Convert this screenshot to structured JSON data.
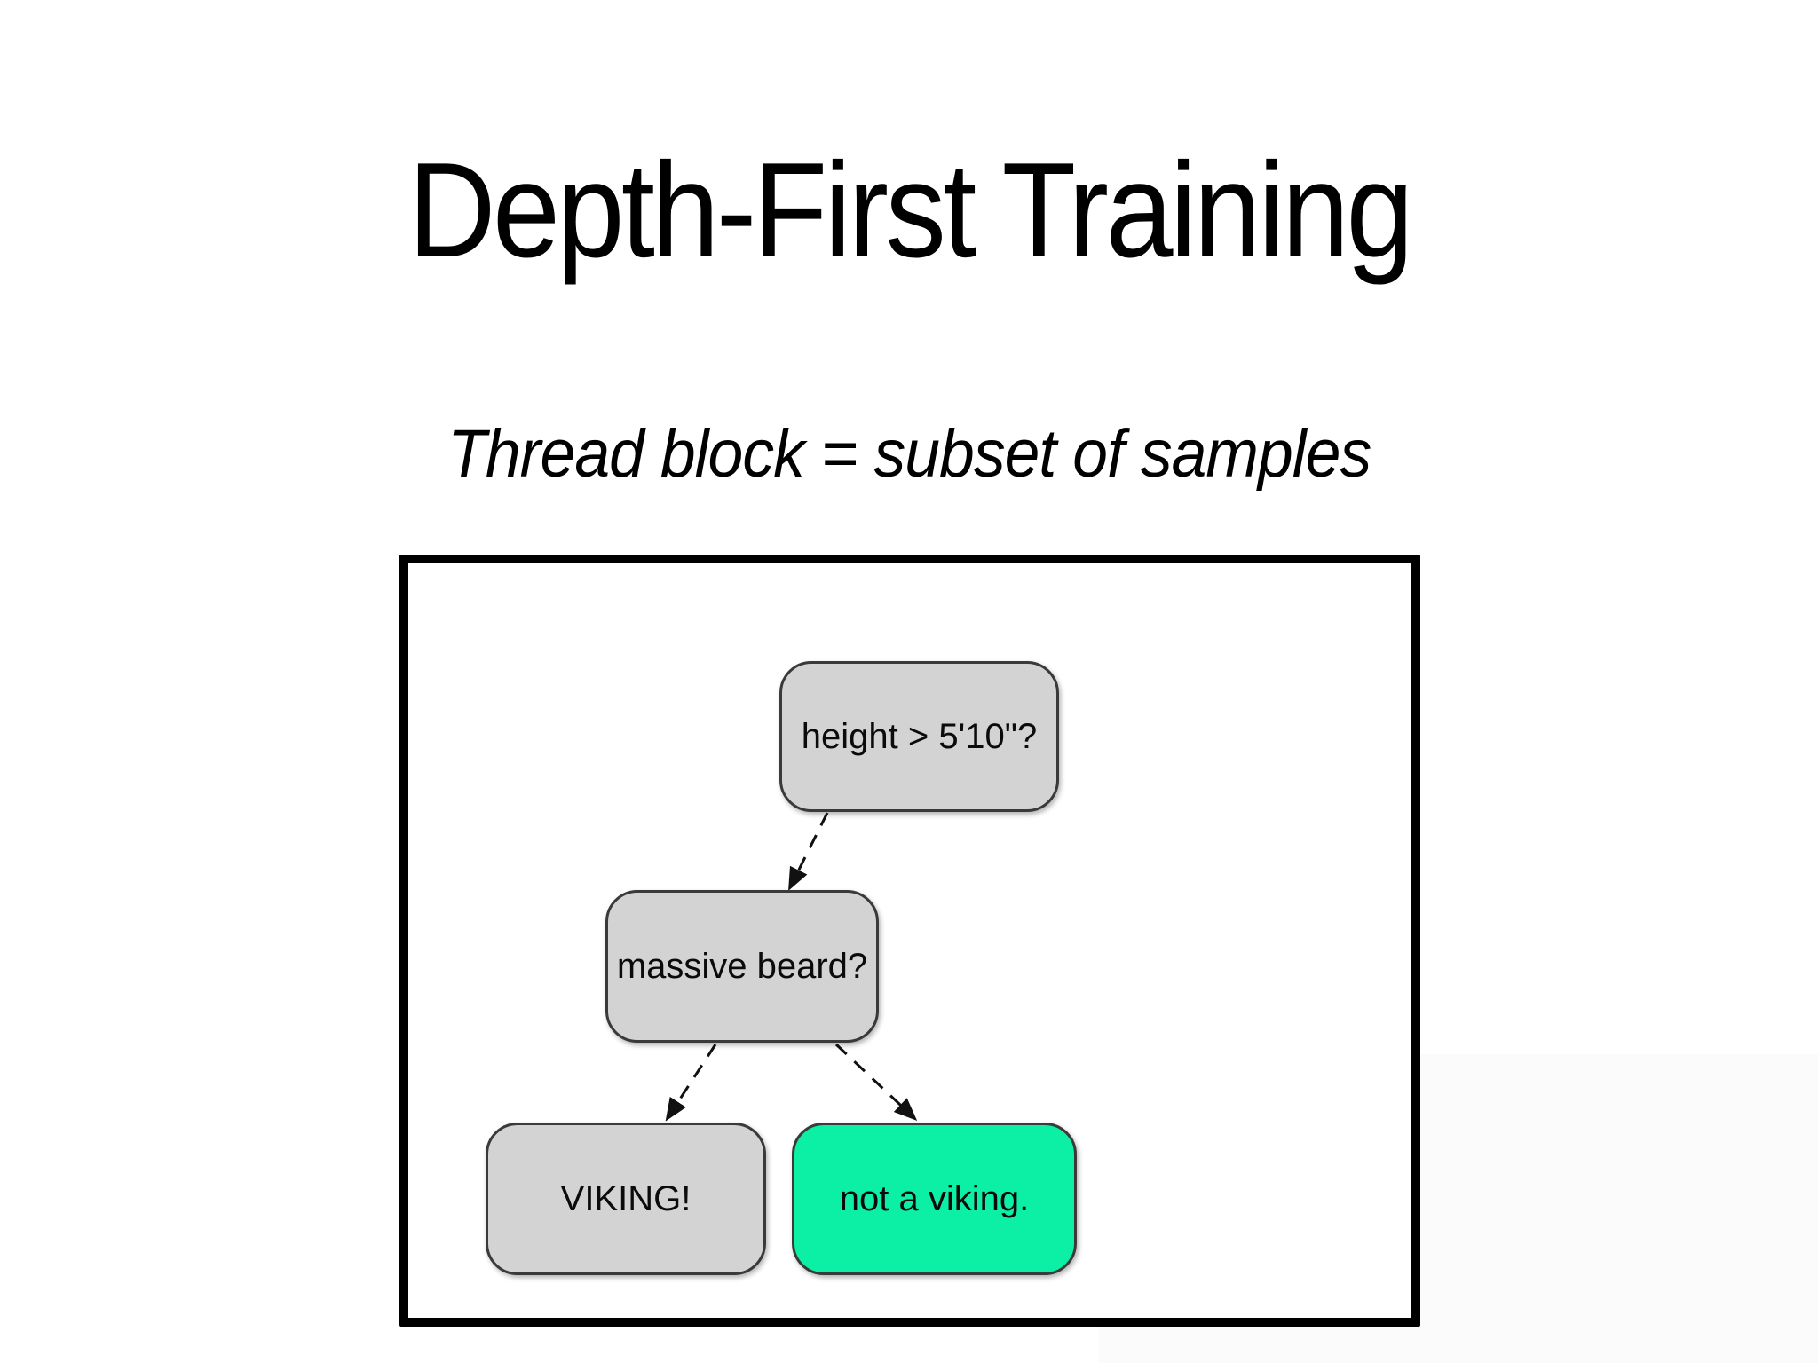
{
  "slide": {
    "title": "Depth-First Training",
    "subtitle": "Thread block = subset of samples"
  },
  "diagram": {
    "type": "decision-tree",
    "nodes": [
      {
        "id": "root",
        "label": "height > 5'10\"?",
        "fill": "#d3d3d3"
      },
      {
        "id": "beard",
        "label": "massive beard?",
        "fill": "#d3d3d3"
      },
      {
        "id": "viking",
        "label": "VIKING!",
        "fill": "#d3d3d3"
      },
      {
        "id": "not-viking",
        "label": "not a viking.",
        "fill": "#0cf0a5"
      }
    ],
    "edges": [
      {
        "from": "root",
        "to": "beard",
        "style": "dashed-arrow"
      },
      {
        "from": "beard",
        "to": "viking",
        "style": "dashed-arrow"
      },
      {
        "from": "beard",
        "to": "not-viking",
        "style": "dashed-arrow"
      }
    ],
    "colors": {
      "node_gray": "#d3d3d3",
      "node_green": "#0cf0a5",
      "node_border": "#3a3a3a",
      "frame_border": "#000000",
      "edge": "#111111",
      "background": "#ffffff"
    }
  }
}
